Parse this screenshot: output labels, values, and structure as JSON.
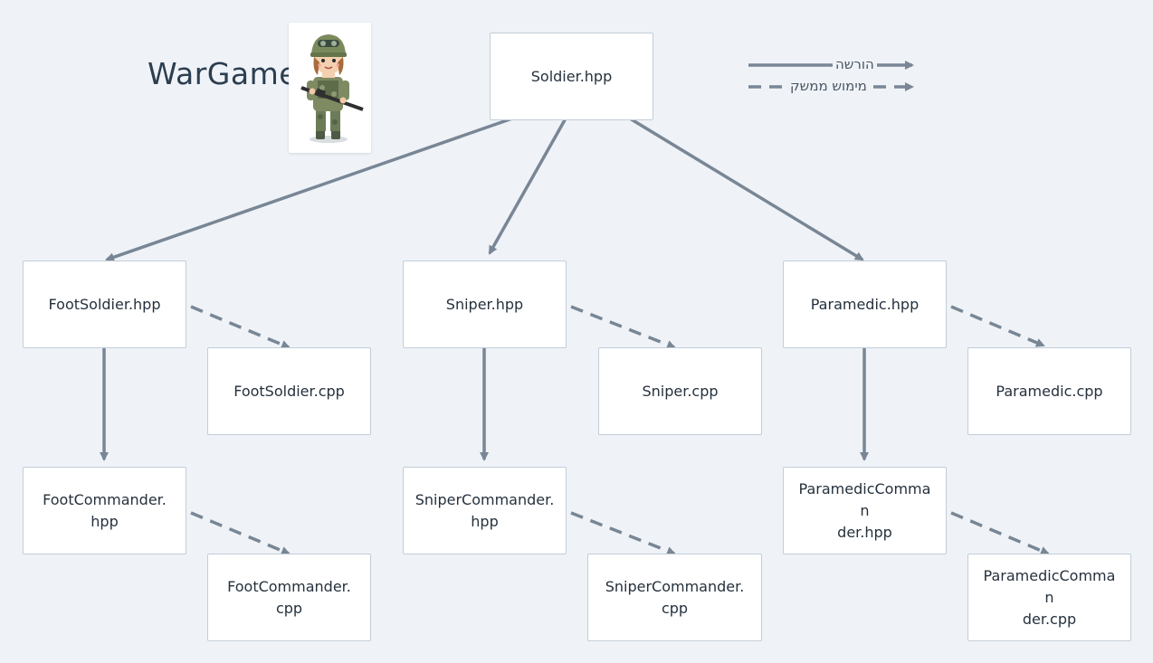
{
  "diagram": {
    "title": "WarGame",
    "legend": {
      "inheritance_label": "הורשה",
      "implementation_label": "מימוש ממשק"
    },
    "nodes": {
      "soldier_hpp": "Soldier.hpp",
      "footsoldier_hpp": "FootSoldier.hpp",
      "footsoldier_cpp": "FootSoldier.cpp",
      "footcommander_hpp_1": "FootCommander.",
      "footcommander_hpp_2": "hpp",
      "footcommander_cpp_1": "FootCommander.",
      "footcommander_cpp_2": "cpp",
      "sniper_hpp": "Sniper.hpp",
      "sniper_cpp": "Sniper.cpp",
      "snipercommander_hpp_1": "SniperCommander.",
      "snipercommander_hpp_2": "hpp",
      "snipercommander_cpp_1": "SniperCommander.",
      "snipercommander_cpp_2": "cpp",
      "paramedic_hpp": "Paramedic.hpp",
      "paramedic_cpp": "Paramedic.cpp",
      "paramediccommander_hpp_1": "ParamedicComman",
      "paramediccommander_hpp_2": "der.hpp",
      "paramediccommander_cpp_1": "ParamedicComman",
      "paramediccommander_cpp_2": "der.cpp"
    },
    "colors": {
      "background": "#eff3f7",
      "node_border": "#c3cdd8",
      "connector": "#788695",
      "text": "#25313d"
    },
    "mascot_icon": "soldier-cartoon-icon"
  }
}
